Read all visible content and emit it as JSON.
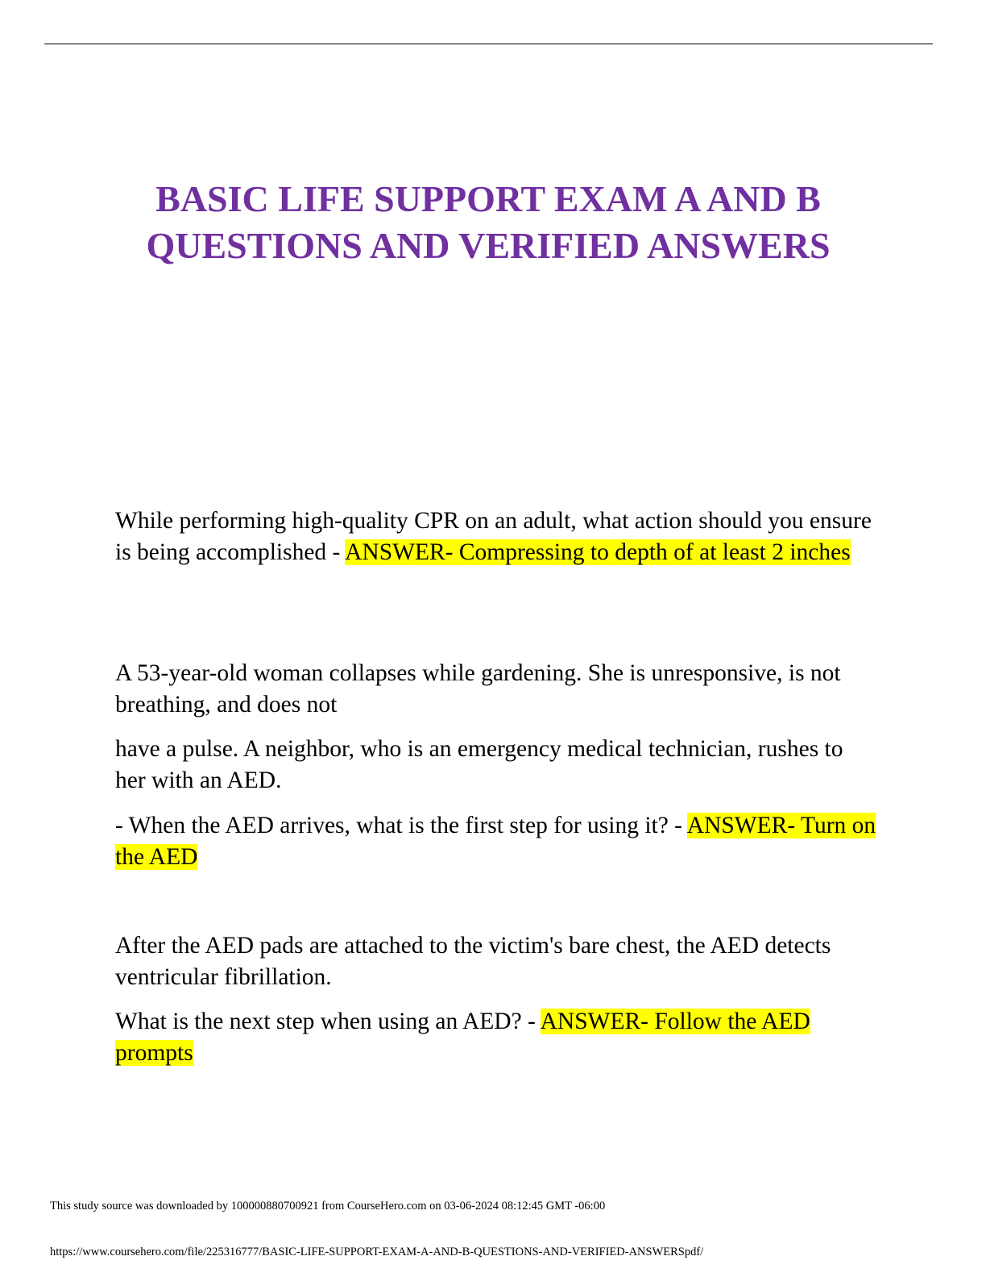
{
  "document": {
    "title_line1": "BASIC LIFE SUPPORT EXAM A AND B",
    "title_line2": "QUESTIONS AND VERIFIED ANSWERS",
    "qa": [
      {
        "question": "While performing high-quality CPR on an adult, what action should you ensure is being accomplished - ",
        "answer": "ANSWER- Compressing to depth of at least 2 inches"
      },
      {
        "question_p1": "A 53-year-old woman collapses while gardening. She is unresponsive, is not breathing, and does not",
        "question_p2": "have a pulse. A neighbor, who is an emergency medical technician, rushes to her with an AED.",
        "question_p3": "- When the AED arrives, what is the first step for using it? - ",
        "answer": "ANSWER- Turn on the AED"
      },
      {
        "question_p1": "After the AED pads are attached to the victim's bare chest, the AED detects ventricular fibrillation.",
        "question_p2": "What is the next step when using an AED? - ",
        "answer": "ANSWER- Follow the AED prompts"
      }
    ]
  },
  "footer": {
    "download_notice": "This study source was downloaded by 100000880700921 from CourseHero.com on 03-06-2024 08:12:45 GMT -06:00",
    "url": "https://www.coursehero.com/file/225316777/BASIC-LIFE-SUPPORT-EXAM-A-AND-B-QUESTIONS-AND-VERIFIED-ANSWERSpdf/"
  }
}
